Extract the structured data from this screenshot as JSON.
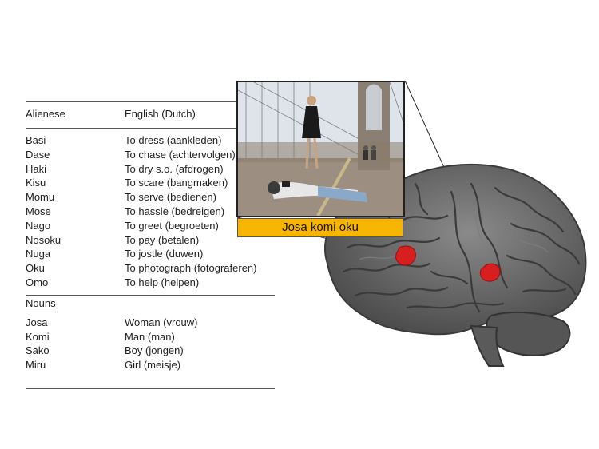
{
  "vocabulary": {
    "header": {
      "col1": "Alienese",
      "col2": "English (Dutch)"
    },
    "verbs": [
      {
        "alien": "Basi",
        "english": "To dress (aankleden)"
      },
      {
        "alien": "Dase",
        "english": "To chase (achtervolgen)"
      },
      {
        "alien": "Haki",
        "english": "To dry s.o. (afdrogen)"
      },
      {
        "alien": "Kisu",
        "english": "To scare (bangmaken)"
      },
      {
        "alien": "Momu",
        "english": "To serve (bedienen)"
      },
      {
        "alien": "Mose",
        "english": "To hassle (bedreigen)"
      },
      {
        "alien": "Nago",
        "english": "To greet (begroeten)"
      },
      {
        "alien": "Nosoku",
        "english": "To pay (betalen)"
      },
      {
        "alien": "Nuga",
        "english": "To jostle (duwen)"
      },
      {
        "alien": "Oku",
        "english": "To photograph (fotograferen)"
      },
      {
        "alien": "Omo",
        "english": "To help (helpen)"
      }
    ],
    "nouns_label": "Nouns",
    "nouns": [
      {
        "alien": "Josa",
        "english": "Woman (vrouw)"
      },
      {
        "alien": "Komi",
        "english": "Man (man)"
      },
      {
        "alien": "Sako",
        "english": "Boy (jongen)"
      },
      {
        "alien": "Miru",
        "english": "Girl (meisje)"
      }
    ]
  },
  "stimulus": {
    "sentence": "Josa komi oku"
  },
  "colors": {
    "caption_box": "#f7b400",
    "activation": "#d81e1e",
    "brain": "#6e6e6e"
  }
}
